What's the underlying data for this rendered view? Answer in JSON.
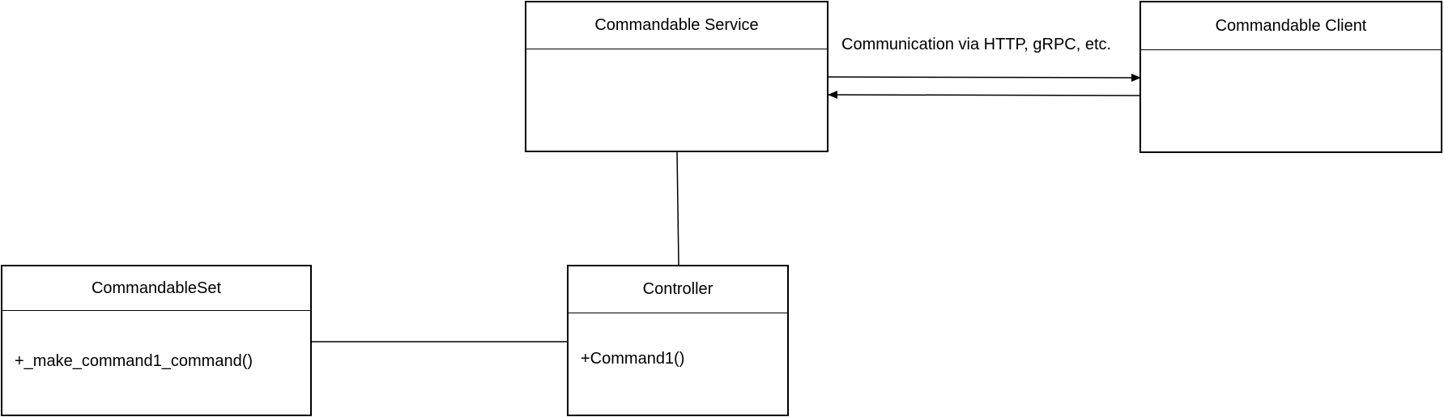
{
  "diagram": {
    "classes": {
      "commandable_service": {
        "name": "Commandable Service",
        "members": []
      },
      "commandable_client": {
        "name": "Commandable Client",
        "members": []
      },
      "commandable_set": {
        "name": "CommandableSet",
        "members": [
          "+_make_command1_command()"
        ]
      },
      "controller": {
        "name": "Controller",
        "members": [
          "+Command1()"
        ]
      }
    },
    "edges": {
      "service_client": {
        "label": "Communication via HTTP, gRPC, etc."
      }
    }
  }
}
